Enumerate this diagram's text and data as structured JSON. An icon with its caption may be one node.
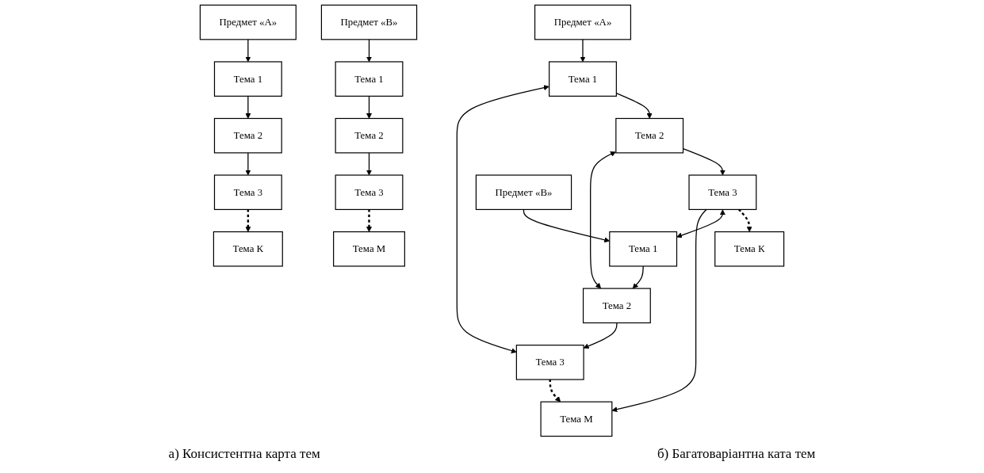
{
  "diagram": {
    "nodes": [
      {
        "text": [
          "Предмет «А»"
        ]
      },
      {
        "text": [
          "Тема 1"
        ]
      },
      {
        "text": [
          "Тема 2"
        ]
      },
      {
        "text": [
          "Тема 3"
        ]
      },
      {
        "text": [
          "Тема К"
        ]
      },
      {
        "text": [
          "Предмет «В»"
        ]
      },
      {
        "text": [
          "Тема 1"
        ]
      },
      {
        "text": [
          "Тема 2"
        ]
      },
      {
        "text": [
          "Тема 3"
        ]
      },
      {
        "text": [
          "Тема М"
        ]
      },
      {
        "text": [
          "Предмет «А»"
        ]
      },
      {
        "text": [
          "Тема 1"
        ]
      },
      {
        "text": [
          "Тема 2"
        ]
      },
      {
        "text": [
          "Тема 3"
        ]
      },
      {
        "text": [
          "Тема К"
        ]
      },
      {
        "text": [
          "Предмет «В»"
        ]
      },
      {
        "text": [
          "Тема 1"
        ]
      },
      {
        "text": [
          "Тема 2"
        ]
      },
      {
        "text": [
          "Тема 3"
        ]
      },
      {
        "text": [
          "Тема М"
        ]
      }
    ],
    "edges": [
      {
        "from": 0,
        "to": 1,
        "arrow": "to"
      },
      {
        "from": 1,
        "to": 2,
        "arrow": "to"
      },
      {
        "from": 2,
        "to": 3,
        "arrow": "to"
      },
      {
        "from": 3,
        "to": 4,
        "arrow": "to",
        "style": "dashed"
      },
      {
        "from": 5,
        "to": 6,
        "arrow": "to"
      },
      {
        "from": 6,
        "to": 7,
        "arrow": "to"
      },
      {
        "from": 7,
        "to": 8,
        "arrow": "to"
      },
      {
        "from": 8,
        "to": 9,
        "arrow": "to",
        "style": "dashed"
      },
      {
        "from": 10,
        "to": 11,
        "arrow": "to"
      },
      {
        "from": 11,
        "to": 12,
        "arrow": "to"
      },
      {
        "from": 12,
        "to": 13,
        "arrow": "to"
      },
      {
        "from": 13,
        "to": 14,
        "arrow": "to",
        "style": "dashed"
      },
      {
        "from": 15,
        "to": 16,
        "arrow": "to"
      },
      {
        "from": 16,
        "to": 17,
        "arrow": "to"
      },
      {
        "from": 17,
        "to": 18,
        "arrow": "to"
      },
      {
        "from": 18,
        "to": 19,
        "arrow": "to",
        "style": "dashed"
      },
      {
        "from": 11,
        "to": 18,
        "arrow": "both"
      },
      {
        "from": 12,
        "to": 17,
        "arrow": "both"
      },
      {
        "from": 13,
        "to": 16,
        "arrow": "both"
      },
      {
        "from": 13,
        "to": 19,
        "arrow": "to"
      }
    ],
    "labels": [
      "а) Консистентна карта тем",
      "б) Багатоваріантна ката тем"
    ]
  }
}
